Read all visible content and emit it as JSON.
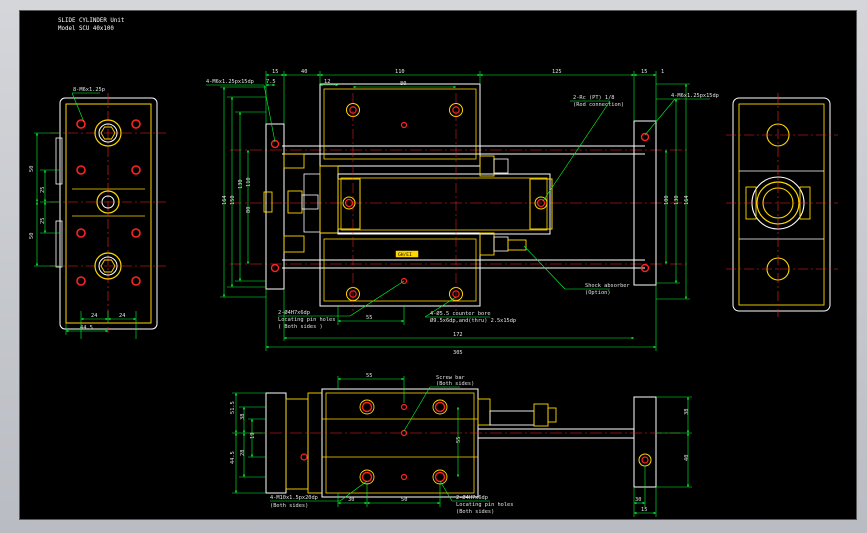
{
  "colors": {
    "background": "#000000",
    "outline": "#ffffff",
    "part": "#ffd800",
    "dimension": "#00ff33",
    "centerline": "#ff2222",
    "text": "#e6e6e6",
    "frame": "#c9ccd1"
  },
  "title": {
    "line1": "SLIDE CYLINDER Unit",
    "line2": "Model  SCU 40x100"
  },
  "left_view": {
    "hole_note": "8-M6x1.25p",
    "dims": [
      "50",
      "25",
      "25",
      "50",
      "24",
      "24",
      "44.5"
    ]
  },
  "front_view": {
    "notes": {
      "tap_left": "4-M6x1.25px15dp",
      "tap_right": "4-M6x1.25px15dp",
      "port": "2-Rc (PT) 1/8",
      "port_sub": "(Rod connection)",
      "shock": "Shock absorber",
      "shock_sub": "(Option)",
      "dowel": "2-Ø4H7x6dp",
      "dowel_sub": "Locating pin holes",
      "dowel_sub2": "( Both sides )",
      "cbore": "4-Ø5.5 counter bore",
      "cbore_sub": "Ø9.5x6dp,and(thru) 2.5x15dp",
      "center_mark": "GH/EI"
    },
    "dims_top": [
      "15",
      "40",
      "110",
      "125",
      "15",
      "1",
      "7.5",
      "12",
      "80"
    ],
    "dims_left": [
      "164",
      "150",
      "130",
      "110",
      "80"
    ],
    "dims_right": [
      "130",
      "164",
      "100"
    ],
    "dims_bottom": [
      "55",
      "172",
      "305"
    ]
  },
  "bottom_view": {
    "notes": {
      "screw": "Screw bar",
      "screw_sub": "(Both sides)",
      "tap": "4-M10x1.5px20dp",
      "tap_sub": "(Both sides)",
      "dowel": "2-Ø4H7x6dp",
      "dowel_sub": "Locating pin holes",
      "dowel_sub2": "(Both sides)"
    },
    "dims": [
      "55",
      "51.5",
      "38",
      "19",
      "44.5",
      "28",
      "55",
      "30",
      "50",
      "38",
      "40",
      "30",
      "15"
    ]
  }
}
